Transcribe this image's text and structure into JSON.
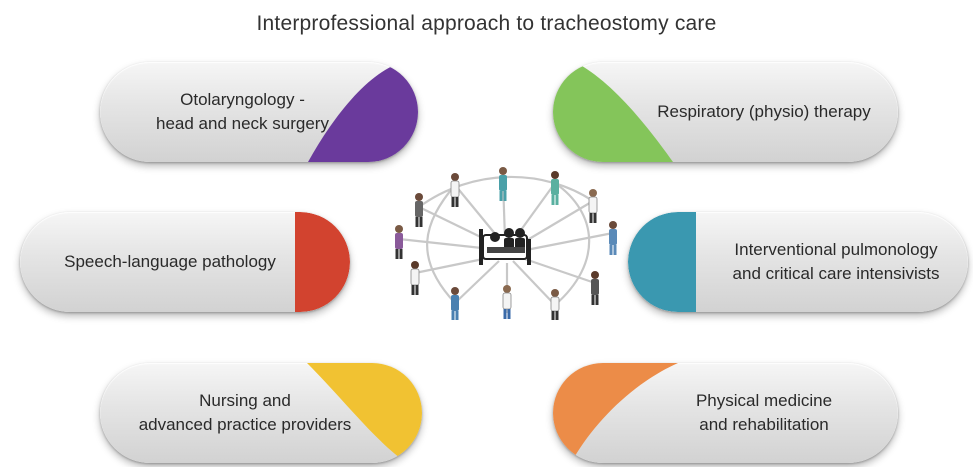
{
  "title": "Interprofessional approach to tracheostomy care",
  "colors": {
    "otolaryngology": "#6a3a9c",
    "respiratory": "#84c55a",
    "speech": "#d2432f",
    "pulmonology": "#3a98b0",
    "nursing": "#f1c232",
    "physical": "#ec8c48"
  },
  "center_icon": "care-team-network-icon",
  "specialties": {
    "otolaryngology": [
      "Otolaryngology -",
      "head and neck surgery"
    ],
    "respiratory": [
      "Respiratory (physio) therapy"
    ],
    "speech": [
      "Speech-language pathology"
    ],
    "pulmonology": [
      "Interventional pulmonology",
      "and critical care intensivists"
    ],
    "nursing": [
      "Nursing and",
      "advanced practice providers"
    ],
    "physical": [
      "Physical medicine",
      "and rehabilitation"
    ]
  }
}
